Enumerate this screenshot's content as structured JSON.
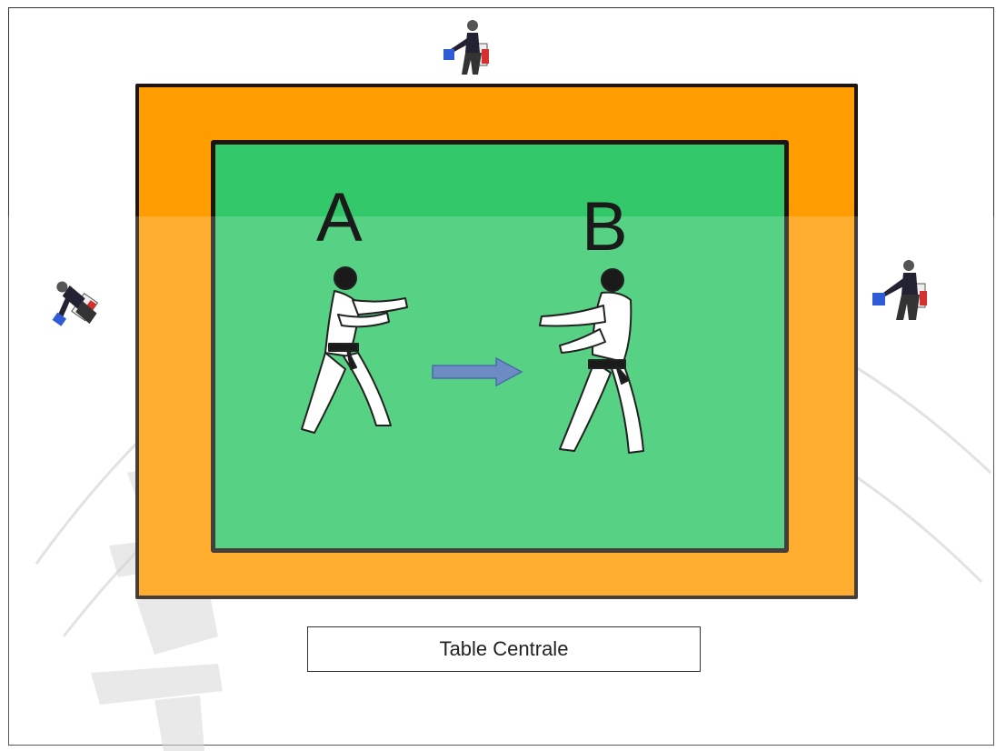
{
  "fighters": [
    {
      "id": "A",
      "label": "A"
    },
    {
      "id": "B",
      "label": "B"
    }
  ],
  "table": {
    "label": "Table Centrale"
  },
  "colors": {
    "outer_mat": "#ff9c00",
    "inner_mat": "#33c86a",
    "border": "#1e1410",
    "arrow": "#6d8cc4",
    "flag_blue": "#2f5bd6",
    "flag_red": "#d62f2f"
  },
  "icons": {
    "judge": "seated-judge-with-flags-icon",
    "arrow": "right-arrow-icon",
    "fighter": "judoka-figure-icon"
  }
}
